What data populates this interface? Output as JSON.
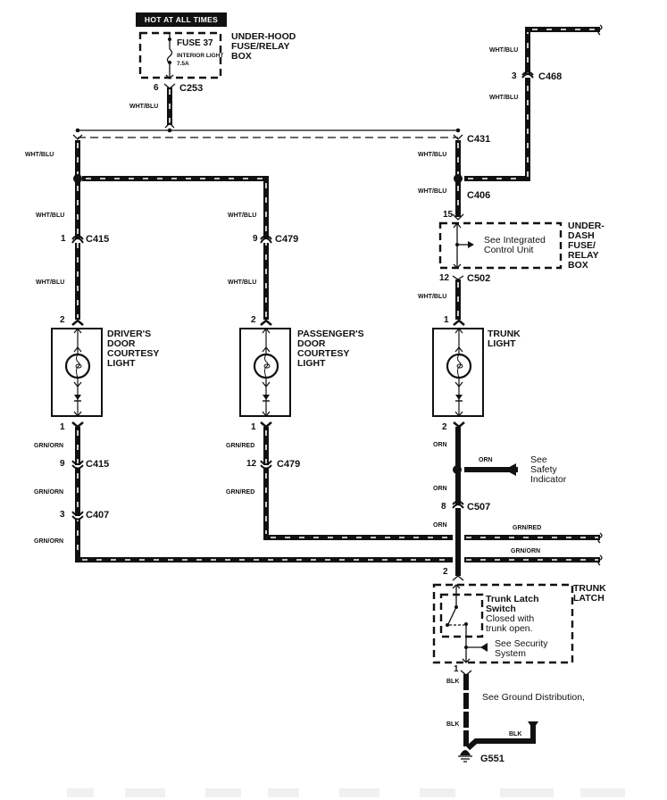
{
  "title_badge": "HOT AT ALL TIMES",
  "fuse_box": {
    "name": "UNDER-HOOD\nFUSE/RELAY\nBOX",
    "fuse": "FUSE 37",
    "circuit": "INTERIOR LIGHT",
    "rating": "7.5A"
  },
  "underdash_box": {
    "name": "UNDER-\nDASH\nFUSE/\nRELAY\nBOX",
    "note": "See Integrated\nControl Unit"
  },
  "connectors": {
    "c253": {
      "id": "C253",
      "pin": "6"
    },
    "c468": {
      "id": "C468",
      "pin": "3"
    },
    "c431": {
      "id": "C431"
    },
    "c406": {
      "id": "C406"
    },
    "c415_top": {
      "id": "C415",
      "pin": "1"
    },
    "c479_top": {
      "id": "C479",
      "pin": "9"
    },
    "c502": {
      "id": "C502",
      "pin_top": "15",
      "pin_bottom": "12"
    },
    "c415_bottom": {
      "id": "C415",
      "pin": "9"
    },
    "c479_bottom": {
      "id": "C479",
      "pin": "12"
    },
    "c407": {
      "id": "C407",
      "pin": "3"
    },
    "c507": {
      "id": "C507",
      "pin": "8"
    }
  },
  "components": {
    "driver_light": {
      "name": "DRIVER'S\nDOOR\nCOURTESY\nLIGHT",
      "pin_top": "2",
      "pin_bottom": "1"
    },
    "passenger_light": {
      "name": "PASSENGER'S\nDOOR\nCOURTESY\nLIGHT",
      "pin_top": "2",
      "pin_bottom": "1"
    },
    "trunk_light": {
      "name": "TRUNK\nLIGHT",
      "pin_top": "1",
      "pin_bottom": "2"
    },
    "trunk_latch": {
      "name": "TRUNK\nLATCH",
      "switch_name": "Trunk Latch\nSwitch",
      "switch_note": "Closed with\ntrunk open.",
      "security_note": "See Security\nSystem",
      "pin_top": "2",
      "pin_bottom": "1"
    }
  },
  "wire_colors": {
    "wht_blu": "WHT/BLU",
    "grn_orn": "GRN/ORN",
    "grn_red": "GRN/RED",
    "orn": "ORN",
    "blk": "BLK"
  },
  "notes": {
    "safety": "See\nSafety\nIndicator",
    "ground_dist": "See Ground Distribution,"
  },
  "ground": {
    "id": "G551"
  },
  "colors": {
    "ink": "#111111",
    "paper": "#ffffff"
  }
}
